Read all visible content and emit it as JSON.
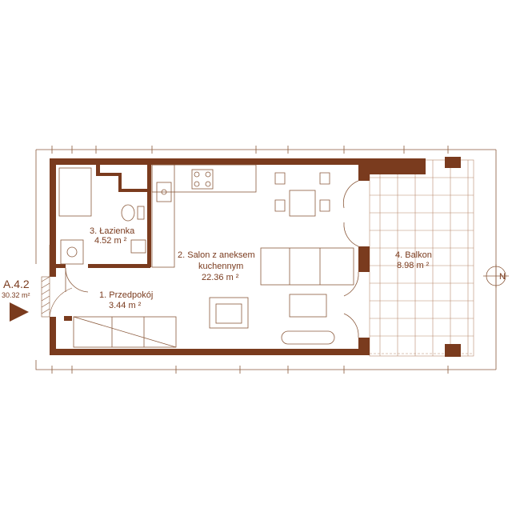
{
  "unit": {
    "code": "A.4.2",
    "area": "30.32 m²"
  },
  "rooms": [
    {
      "id": "lazienka",
      "name": "3. Łazienka",
      "area": "4.52 m ²"
    },
    {
      "id": "salon",
      "name_line1": "2. Salon z aneksem",
      "name_line2": "kuchennym",
      "area": "22.36 m ²"
    },
    {
      "id": "przedpokoj",
      "name": "1. Przedpokój",
      "area": "3.44 m ²"
    },
    {
      "id": "balkon",
      "name": "4. Balkon",
      "area": "8.98 m ²"
    }
  ],
  "compass": {
    "letter": "N"
  },
  "colors": {
    "wall": "#7a3b1e",
    "line": "#8b5a3c",
    "background": "#ffffff"
  }
}
